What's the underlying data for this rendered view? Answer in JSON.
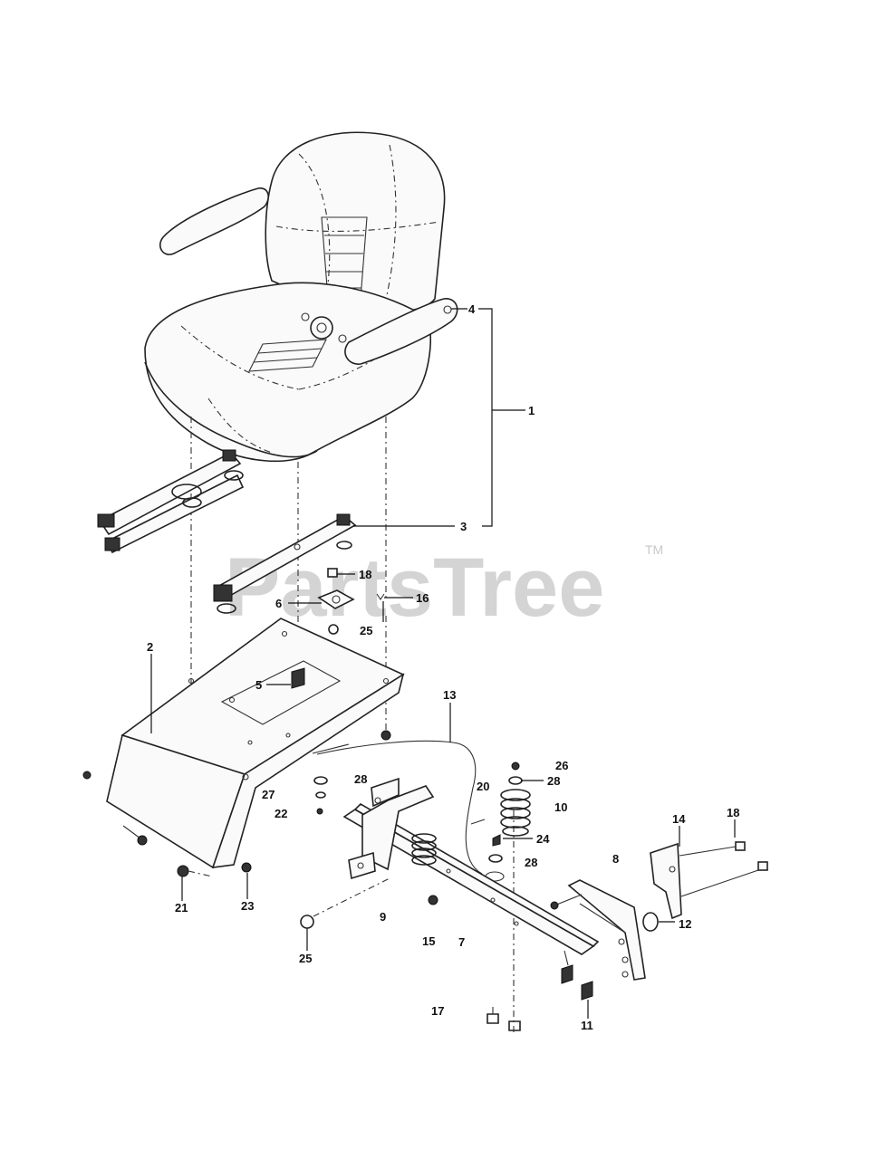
{
  "watermark": {
    "text": "PartsTree",
    "trademark": "TM"
  },
  "callouts": {
    "c1": "1",
    "c2": "2",
    "c3": "3",
    "c4": "4",
    "c5": "5",
    "c6": "6",
    "c7": "7",
    "c8": "8",
    "c9": "9",
    "c10": "10",
    "c11": "11",
    "c12": "12",
    "c13": "13",
    "c14": "14",
    "c15": "15",
    "c16": "16",
    "c17": "17",
    "c18a": "18",
    "c18b": "18",
    "c20": "20",
    "c21": "21",
    "c22": "22",
    "c23": "23",
    "c24": "24",
    "c25a": "25",
    "c25b": "25",
    "c26": "26",
    "c27": "27",
    "c28a": "28",
    "c28b": "28",
    "c28c": "28"
  }
}
